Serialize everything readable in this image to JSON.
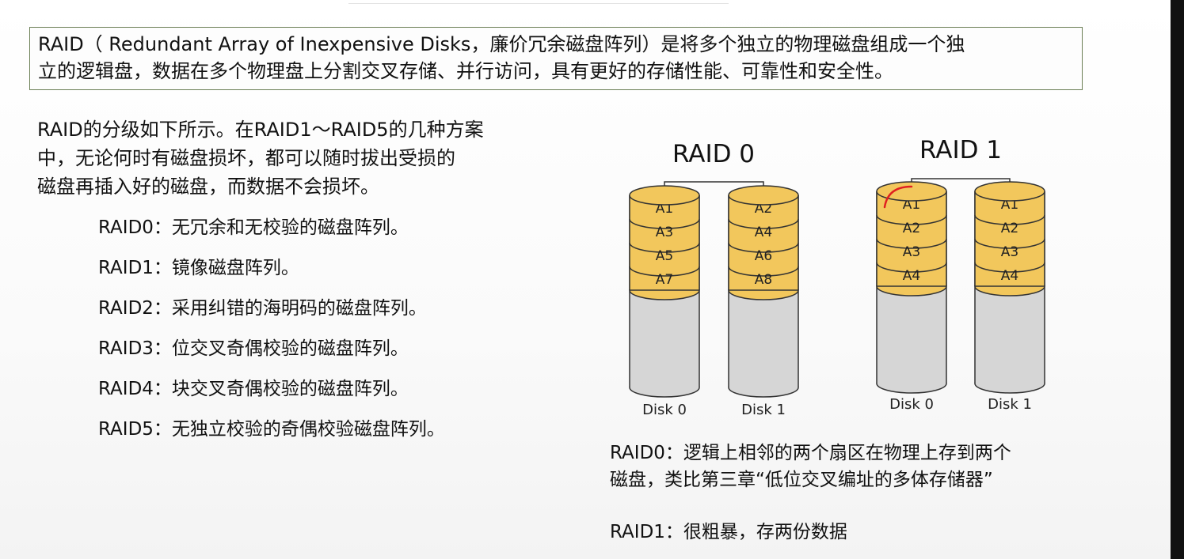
{
  "intro": {
    "line1": "RAID（ Redundant Array of Inexpensive Disks，廉价冗余磁盘阵列）是将多个独立的物理磁盘组成一个独",
    "line2": "立的逻辑盘，数据在多个物理盘上分割交叉存储、并行访问，具有更好的存储性能、可靠性和安全性。"
  },
  "paragraph": {
    "line1": "RAID的分级如下所示。在RAID1～RAID5的几种方案",
    "line2": "中，无论何时有磁盘损坏，都可以随时拔出受损的",
    "line3": "磁盘再插入好的磁盘，而数据不会损坏。"
  },
  "levels": [
    "RAID0：无冗余和无校验的磁盘阵列。",
    "RAID1：镜像磁盘阵列。",
    "RAID2：采用纠错的海明码的磁盘阵列。",
    "RAID3：位交叉奇偶校验的磁盘阵列。",
    "RAID4：块交叉奇偶校验的磁盘阵列。",
    "RAID5：无独立校验的奇偶校验磁盘阵列。"
  ],
  "diagram": {
    "colors": {
      "block": "#f2c75c",
      "disk": "#d6d6d6",
      "stroke": "#333333",
      "annotation": "#e02020"
    },
    "raid0": {
      "title": "RAID 0",
      "disks": [
        {
          "label": "Disk 0",
          "blocks": [
            "A1",
            "A3",
            "A5",
            "A7"
          ]
        },
        {
          "label": "Disk 1",
          "blocks": [
            "A2",
            "A4",
            "A6",
            "A8"
          ]
        }
      ]
    },
    "raid1": {
      "title": "RAID 1",
      "disks": [
        {
          "label": "Disk 0",
          "blocks": [
            "A1",
            "A2",
            "A3",
            "A4"
          ]
        },
        {
          "label": "Disk 1",
          "blocks": [
            "A1",
            "A2",
            "A3",
            "A4"
          ]
        }
      ]
    }
  },
  "notes": {
    "raid0_line1": "RAID0：逻辑上相邻的两个扇区在物理上存到两个",
    "raid0_line2": "磁盘，类比第三章“低位交叉编址的多体存储器”",
    "raid1": "RAID1：很粗暴，存两份数据"
  }
}
